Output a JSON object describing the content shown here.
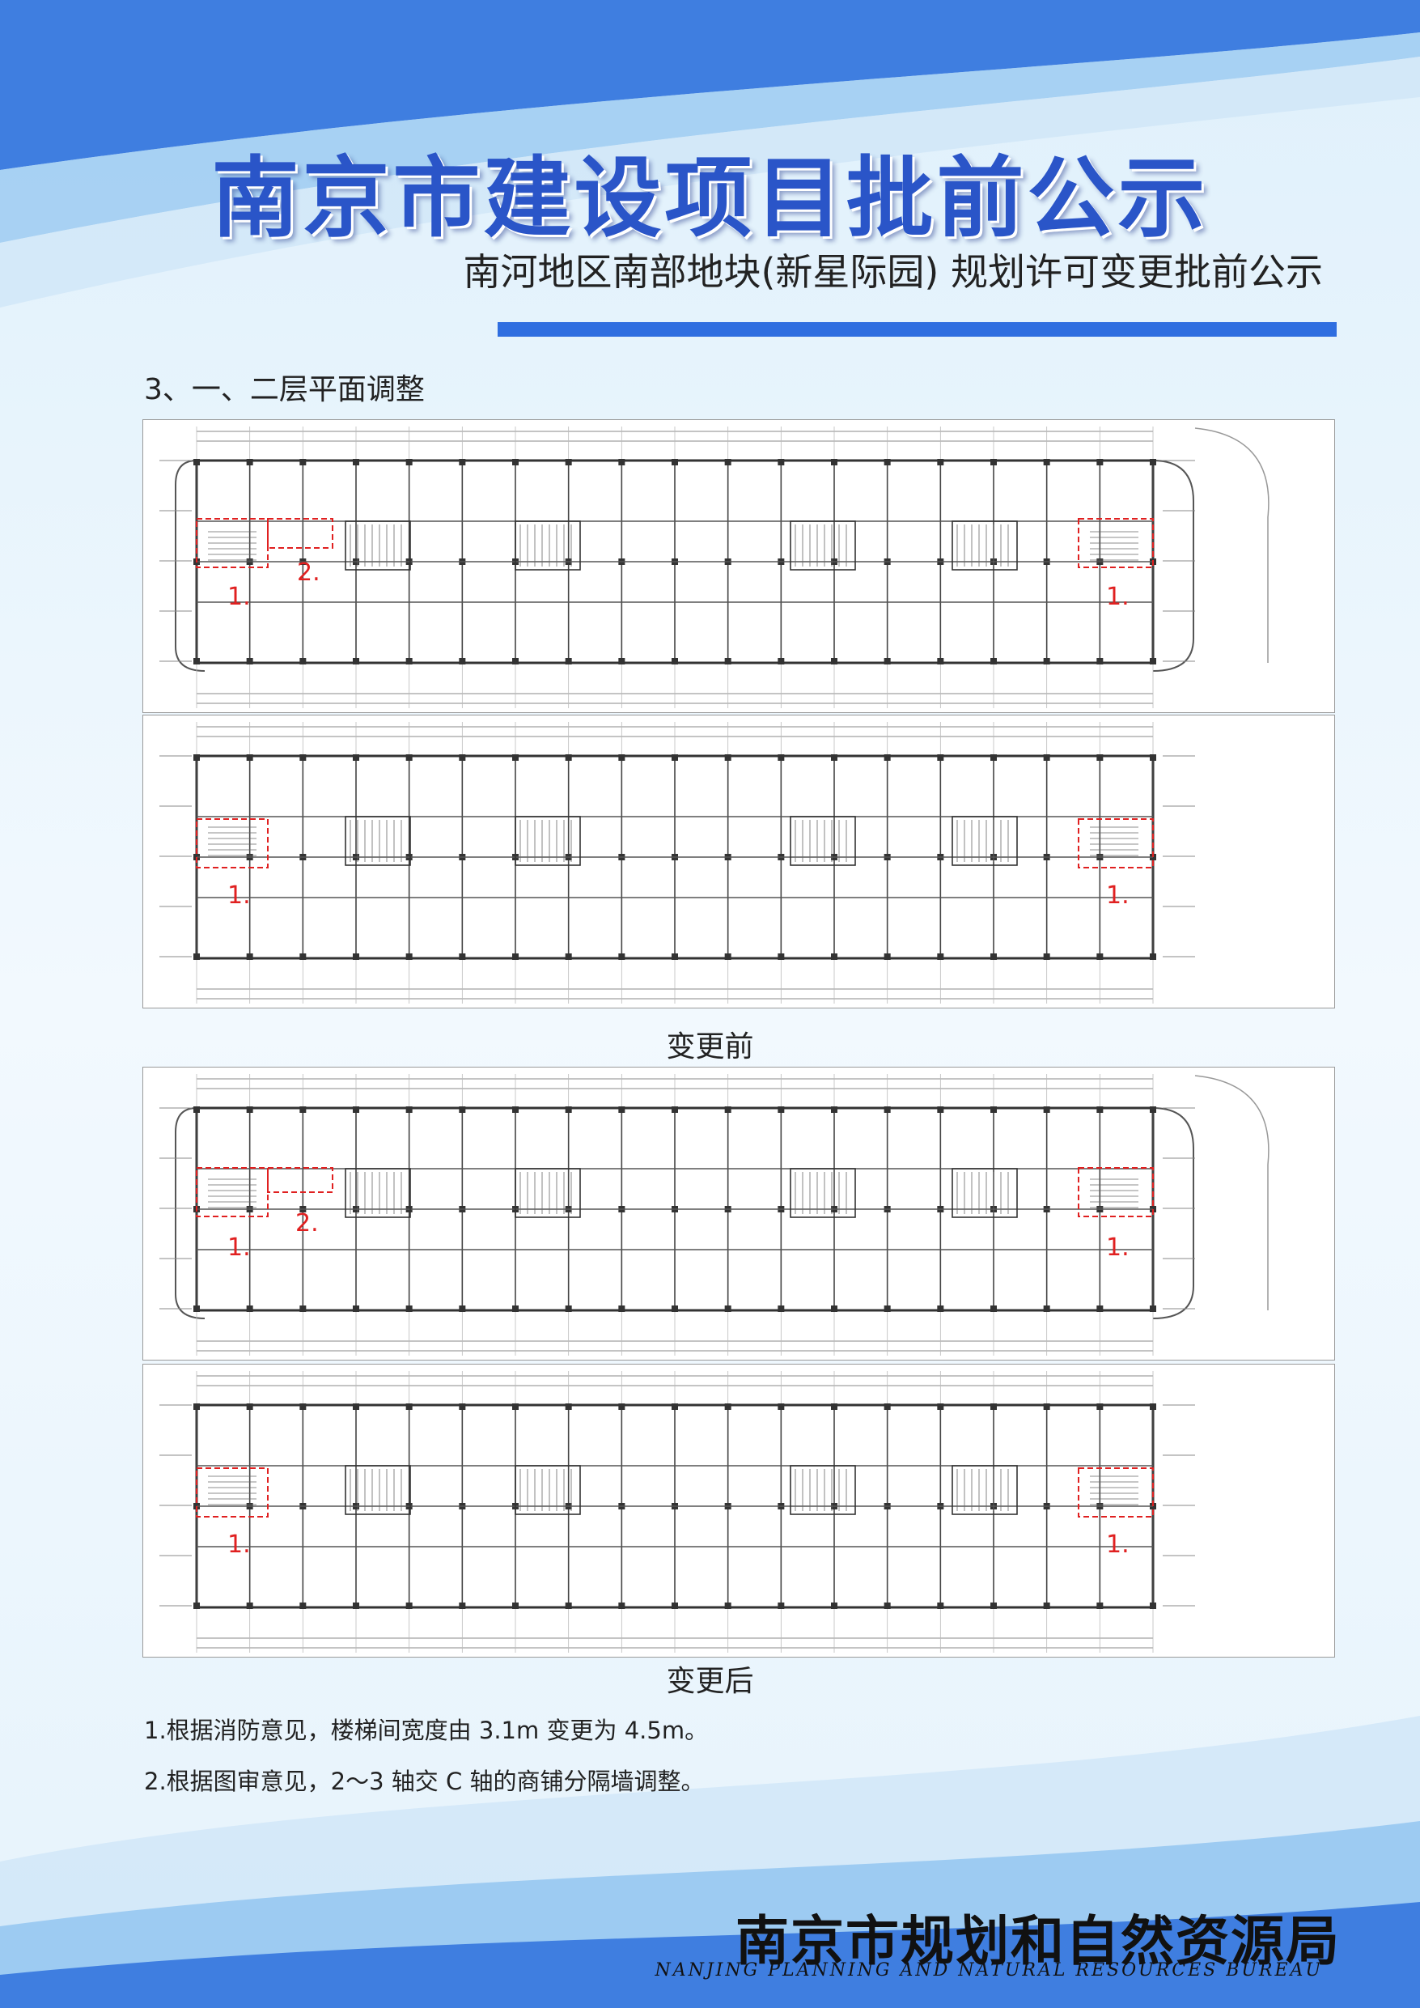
{
  "header": {
    "title": "南京市建设项目批前公示",
    "subtitle": "南河地区南部地块(新星际园) 规划许可变更批前公示"
  },
  "section": {
    "heading": "3、一、二层平面调整"
  },
  "plans": [
    {
      "markers": [
        "1.",
        "2.",
        "1."
      ]
    },
    {
      "markers": [
        "1.",
        "1."
      ]
    },
    {
      "markers": [
        "1.",
        "2.",
        "1."
      ]
    },
    {
      "markers": [
        "1.",
        "1."
      ]
    }
  ],
  "captions": {
    "before": "变更前",
    "after": "变更后"
  },
  "notes": [
    "1.根据消防意见，楼梯间宽度由 3.1m 变更为 4.5m。",
    "2.根据图审意见，2～3 轴交 C 轴的商铺分隔墙调整。"
  ],
  "footer": {
    "org_cn": "南京市规划和自然资源局",
    "org_en": "NANJING PLANNING AND NATURAL RESOURCES BUREAU"
  },
  "colors": {
    "accent": "#2f6ee0",
    "marker": "#e02020"
  }
}
